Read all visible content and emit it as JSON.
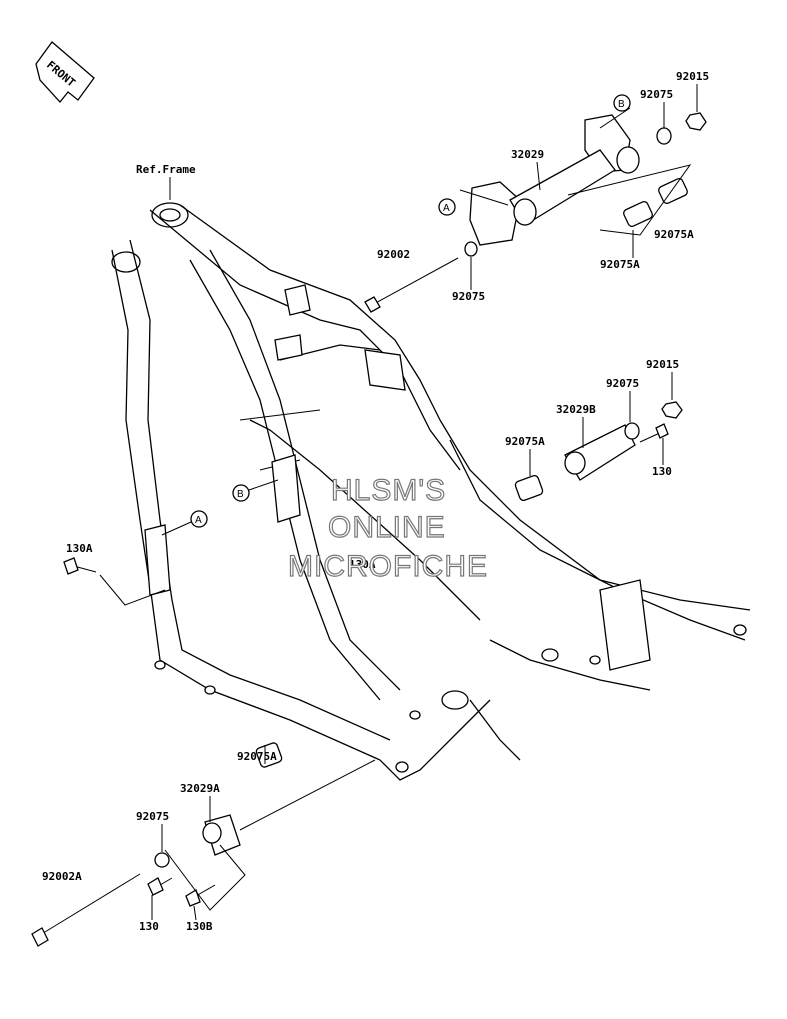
{
  "diagram": {
    "ref_frame_label": "Ref.Frame",
    "front_label": "FRONT",
    "parts": {
      "p92015_top": "92015",
      "p92075_top": "92075",
      "p32029": "32029",
      "p92002": "92002",
      "p92075_mid": "92075",
      "p92075A_right": "92075A",
      "p92075A_mid": "92075A",
      "p92015_b": "92015",
      "p92075_b": "92075",
      "p32029B": "32029B",
      "p92075A_b": "92075A",
      "p130_b": "130",
      "p130A_left": "130A",
      "p130A_center": "130A",
      "p92075A_bottom": "92075A",
      "p32029A": "32029A",
      "p92075_bottom": "92075",
      "p92002A": "92002A",
      "p130_bottom": "130",
      "p130B": "130B"
    },
    "callouts": {
      "a_top": "A",
      "b_top": "B",
      "b_frame": "B",
      "a_frame": "A"
    },
    "watermark": {
      "line1": "HLSM'S",
      "line2": "ONLINE",
      "line3": "MICROFICHE"
    }
  }
}
